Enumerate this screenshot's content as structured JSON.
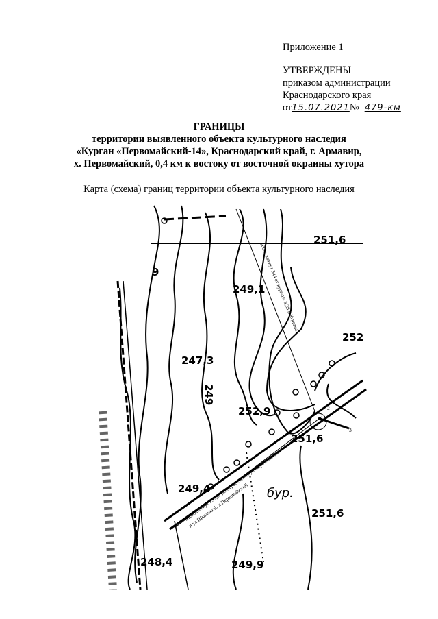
{
  "approval": {
    "appendix": "Приложение 1",
    "approved": "УТВЕРЖДЕНЫ",
    "by_order": "приказом администрации",
    "region": "Краснодарского края",
    "from_prefix": "от",
    "date": "15.07.2021",
    "number_prefix": "№",
    "number": "479-км"
  },
  "title": {
    "line1": "ГРАНИЦЫ",
    "line2": "территории выявленного объекта культурного наследия",
    "line3": "«Курган «Первомайский-14», Краснодарский край, г. Армавир,",
    "line4": "х. Первомайский, 0,4 км к востоку от восточной окраины хутора"
  },
  "subtitle": "Карта (схема) границ территории объекта культурного наследия",
  "map": {
    "elevations": [
      "251,6",
      "249,1",
      "252",
      "247,3",
      "249",
      "252,9",
      "251,6",
      "249,4",
      "251,6",
      "248,4",
      "249,9",
      "9"
    ],
    "place_label": "бур.",
    "annotation_north": "100м, азимут 344 от кургана 3,38 к Кургана",
    "annotation_south_1": "518м, азимут 239,6° до пересечения ул.Первомайской",
    "annotation_south_2": "и ул.Школьной, х.Первомайский",
    "point_labels": [
      "2",
      "3"
    ]
  }
}
